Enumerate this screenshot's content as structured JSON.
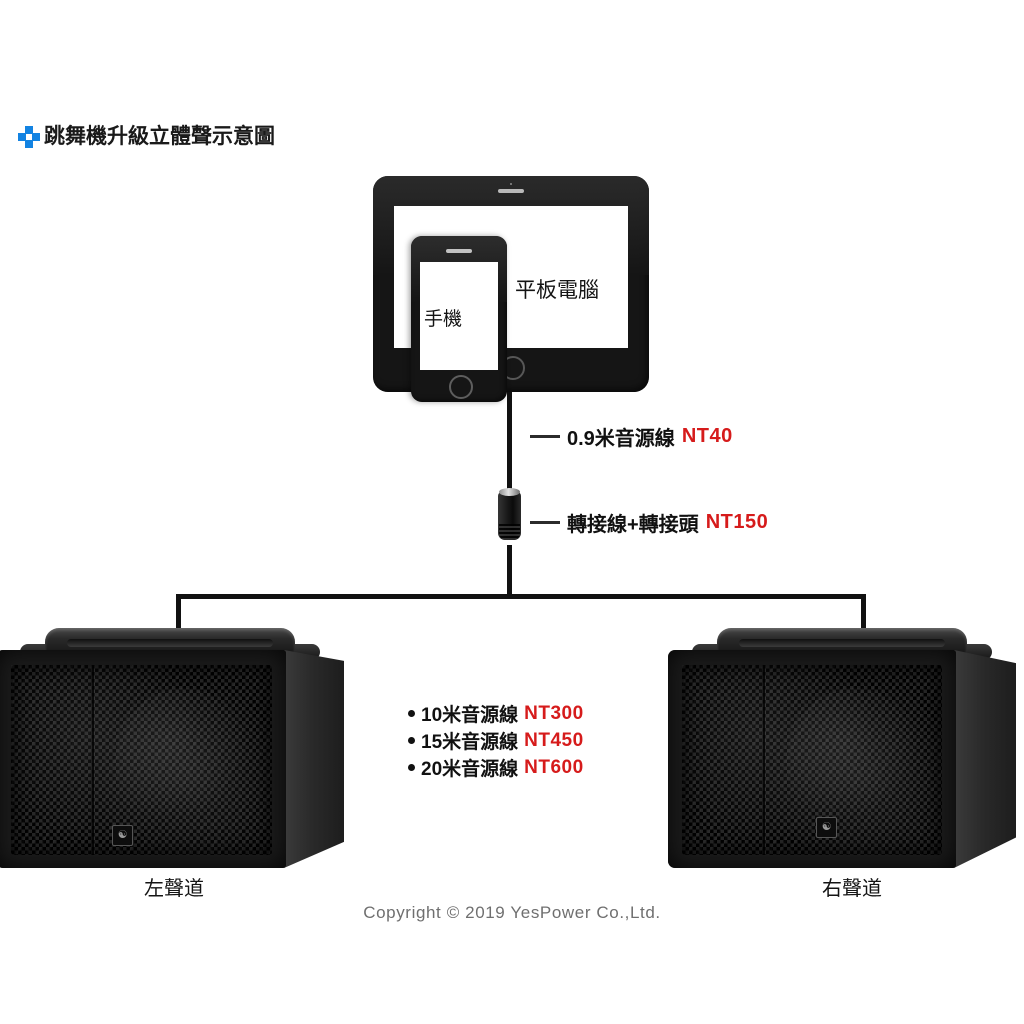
{
  "title": {
    "icon": "blue-plus-icon",
    "text": "跳舞機升級立體聲示意圖"
  },
  "devices": {
    "tablet_label": "平板電腦",
    "phone_label": "手機"
  },
  "annotations": [
    {
      "dash": "—",
      "text": "0.9米音源線",
      "price": "NT40"
    },
    {
      "dash": "—",
      "text": "轉接線+轉接頭",
      "price": "NT150"
    }
  ],
  "cable_options": [
    {
      "text": "10米音源線",
      "price": "NT300"
    },
    {
      "text": "15米音源線",
      "price": "NT450"
    },
    {
      "text": "20米音源線",
      "price": "NT600"
    }
  ],
  "speakers": {
    "left_label": "左聲道",
    "right_label": "右聲道"
  },
  "footer": {
    "copyright": "Copyright © 2019 YesPower Co.,Ltd."
  },
  "colors": {
    "accent": "#1383e2",
    "price": "#d61b1b",
    "text": "#111111",
    "footer": "#6f6f6f",
    "background": "#ffffff"
  }
}
